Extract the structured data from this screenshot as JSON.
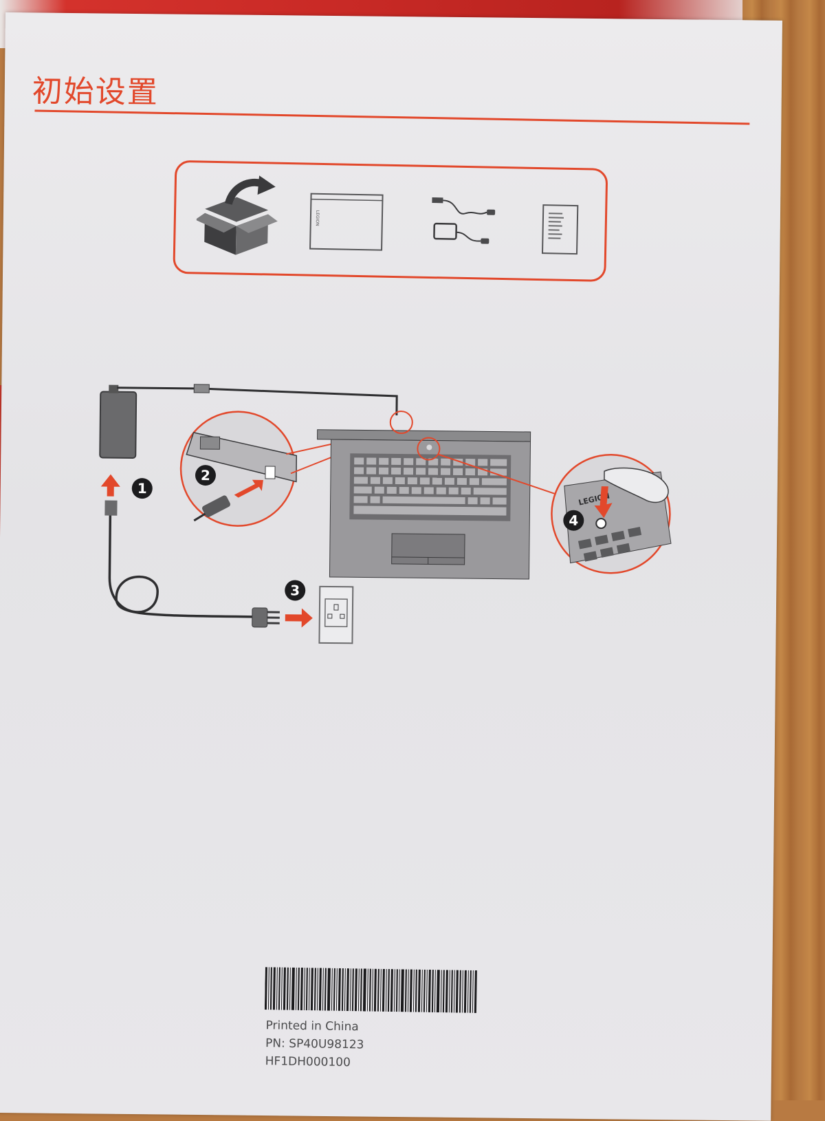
{
  "page": {
    "heading": "初始设置"
  },
  "package_contents": {
    "items": [
      "unbox-icon",
      "laptop-icon",
      "power-adapter-icon",
      "document-icon"
    ],
    "laptop_brand": "LEGION"
  },
  "setup_steps": {
    "steps": [
      "1",
      "2",
      "3",
      "4"
    ],
    "keyboard_brand": "LEGION"
  },
  "footer": {
    "printed_in": "Printed in China",
    "pn": "PN: SP40U98123",
    "code": "HF1DH000100"
  },
  "colors": {
    "accent": "#e2482b",
    "ink": "#3a3a3c",
    "paper": "#e8e7ea"
  }
}
